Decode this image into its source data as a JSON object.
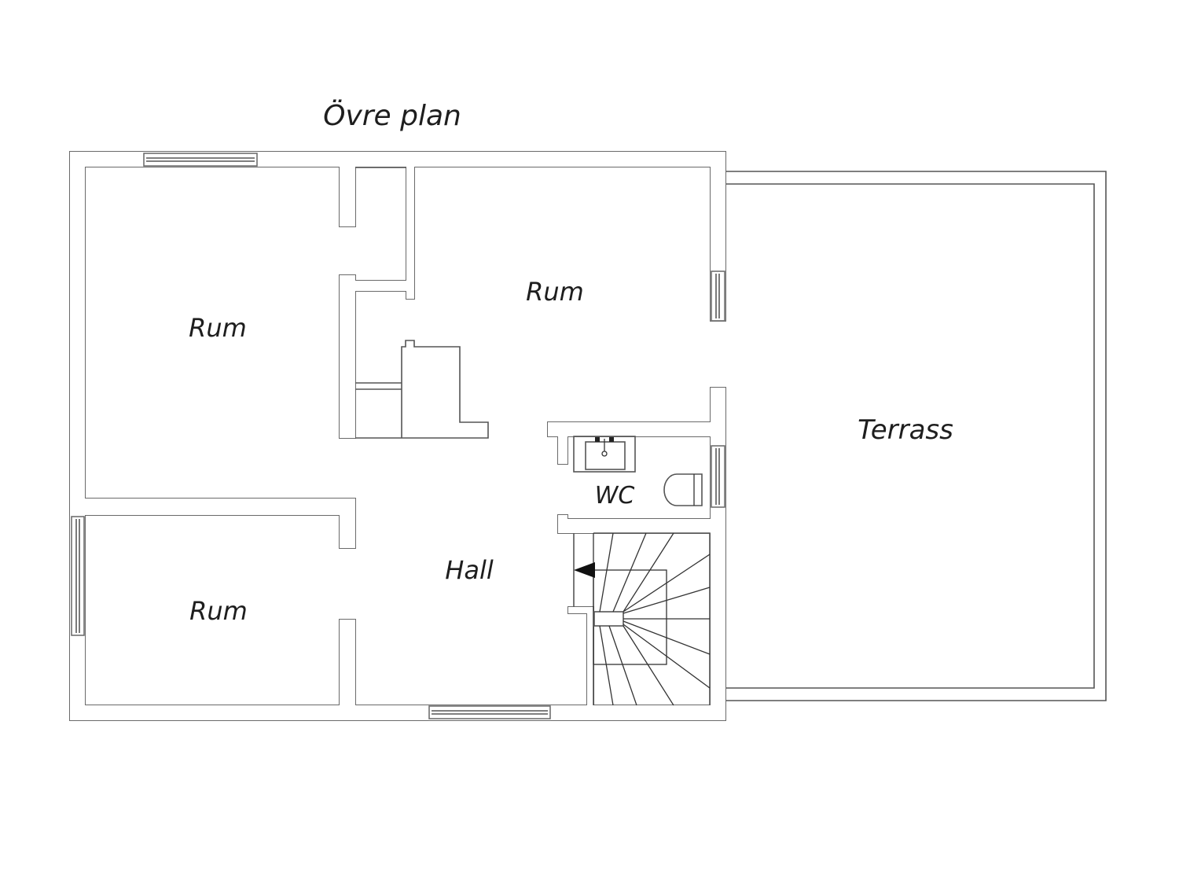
{
  "plan": {
    "title": "Övre plan",
    "rooms": {
      "rum_left_top": "Rum",
      "rum_center": "Rum",
      "rum_left_bottom": "Rum",
      "hall": "Hall",
      "wc": "WC",
      "terrace": "Terrass"
    },
    "line_color": "#555555"
  }
}
